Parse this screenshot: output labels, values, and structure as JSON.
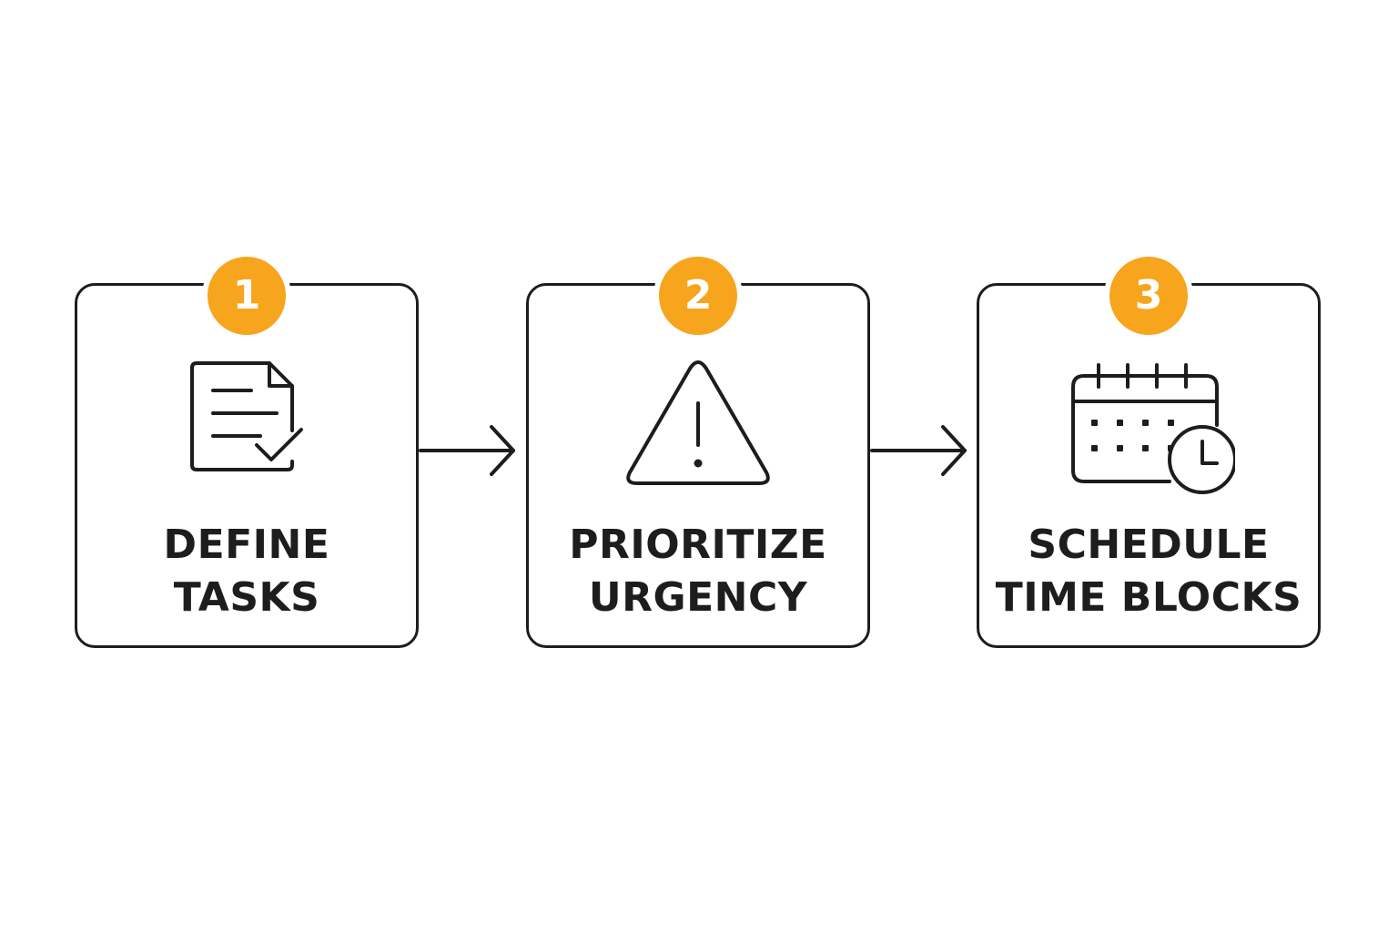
{
  "colors": {
    "badge": "#F7A51C",
    "stroke": "#1D1D1D",
    "background": "#FFFFFF"
  },
  "steps": [
    {
      "number": "1",
      "icon": "document-check-icon",
      "label_line1": "DEFINE",
      "label_line2": "TASKS"
    },
    {
      "number": "2",
      "icon": "warning-triangle-icon",
      "label_line1": "PRIORITIZE",
      "label_line2": "URGENCY"
    },
    {
      "number": "3",
      "icon": "calendar-clock-icon",
      "label_line1": "SCHEDULE",
      "label_line2": "TIME BLOCKS"
    }
  ],
  "connectors": [
    "arrow-right-icon",
    "arrow-right-icon"
  ]
}
